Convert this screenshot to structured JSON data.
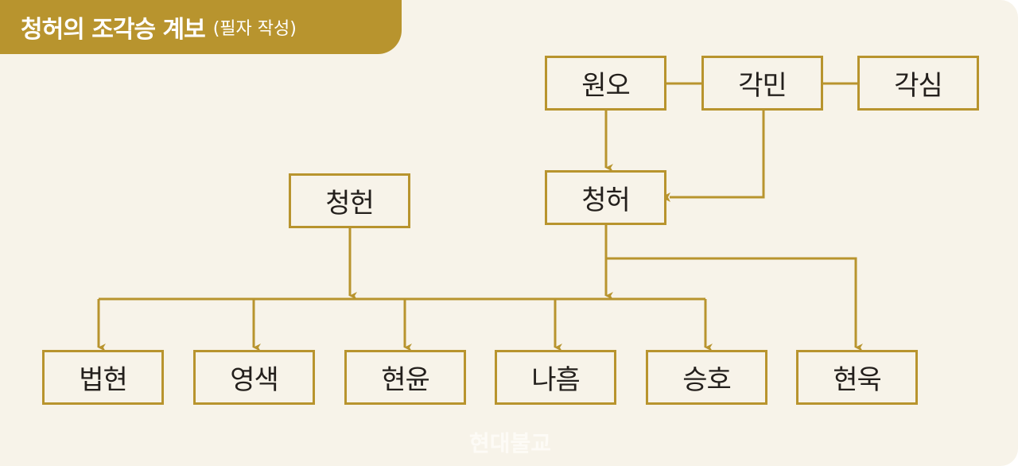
{
  "title": {
    "main": "청허의 조각승 계보",
    "sub": "(필자 작성)"
  },
  "nodes": {
    "wono": "원오",
    "gakmin": "각민",
    "gaksim": "각심",
    "cheongheon": "청헌",
    "cheongheo": "청허",
    "beophyeon": "법현",
    "yeongsaek": "영색",
    "hyeonyun": "현윤",
    "naheum": "나흠",
    "seungho": "승호",
    "hyeonuk": "현욱"
  },
  "watermark": "현대불교",
  "colors": {
    "accent": "#b8942e",
    "background": "#f7f3e9",
    "text": "#231f1c"
  }
}
